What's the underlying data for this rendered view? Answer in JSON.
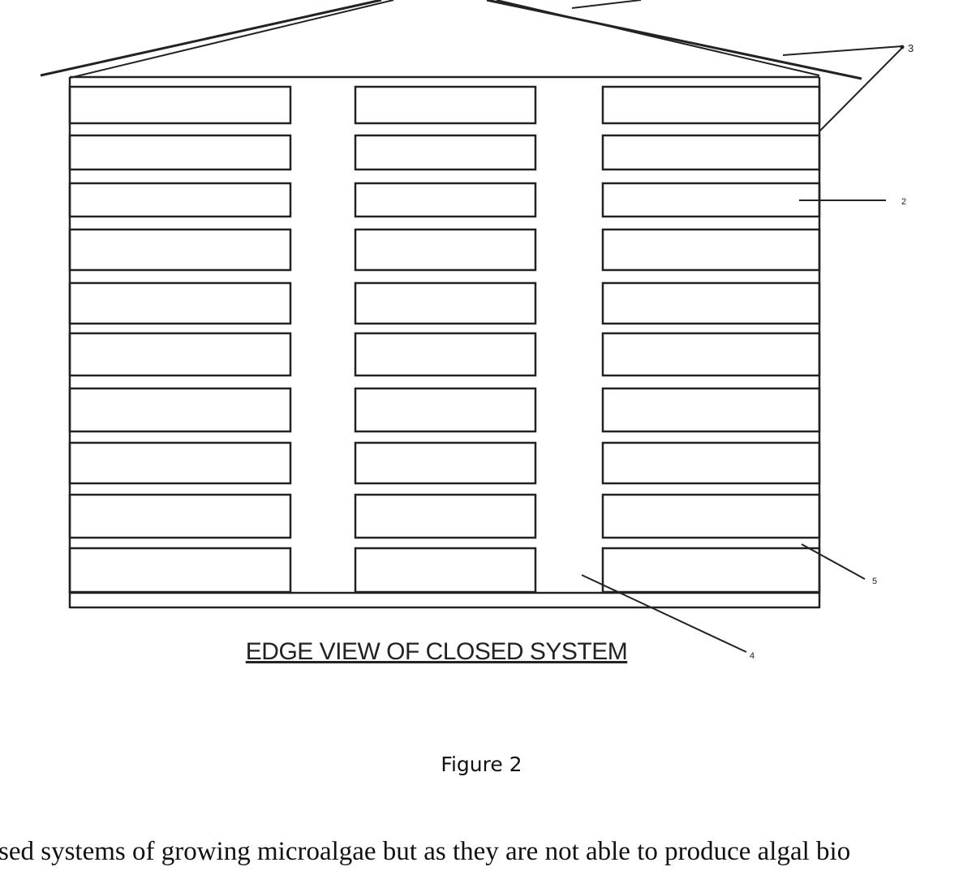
{
  "diagram": {
    "title": "EDGE VIEW OF CLOSED SYSTEM",
    "labels": {
      "roof": "3",
      "panel": "2",
      "aisle": "4",
      "frame": "5"
    },
    "columns": 3,
    "rows": 10
  },
  "figure_caption": "Figure 2",
  "body_text": "sed systems of growing microalgae but as they are not able to produce algal bio"
}
